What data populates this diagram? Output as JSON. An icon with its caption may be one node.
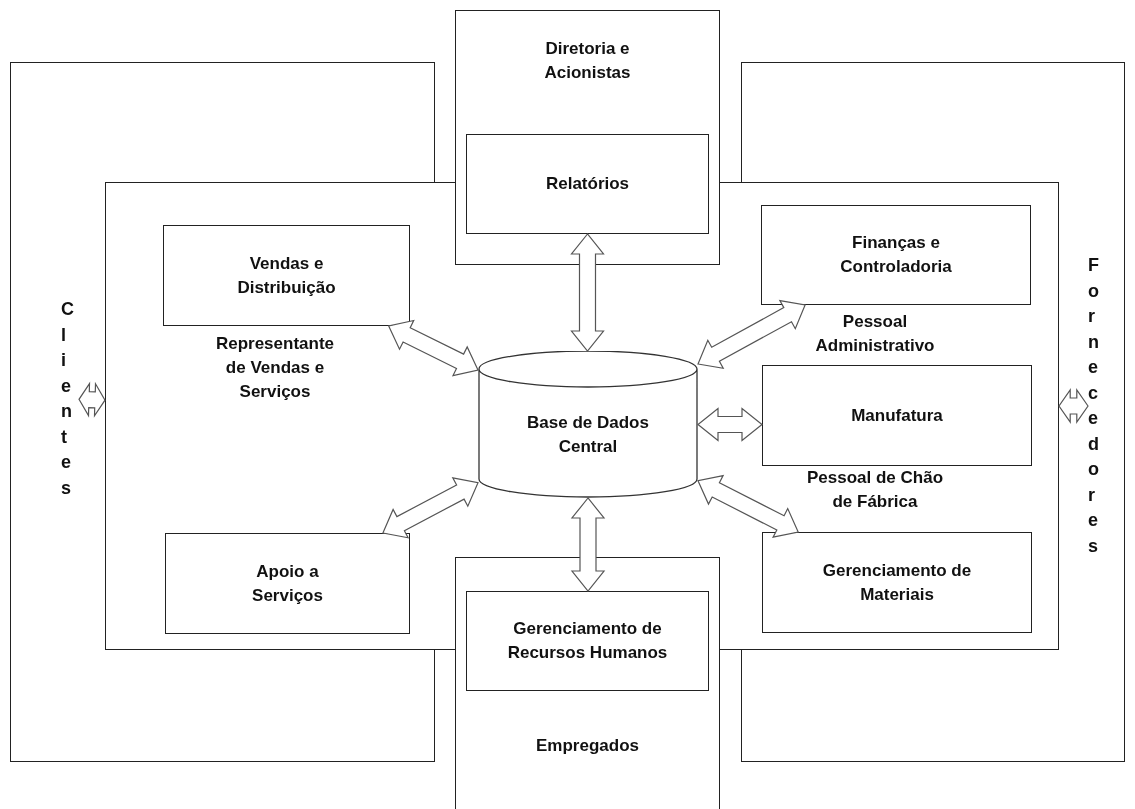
{
  "diagram": {
    "nodes": [
      {
        "text": [],
        "shape": "box"
      },
      {
        "text": [
          "Clientes"
        ],
        "in": 0
      },
      {
        "text": [],
        "shape": "box"
      },
      {
        "text": [
          "Fornecedores"
        ],
        "in": 2
      },
      {
        "text": [],
        "shape": "box"
      },
      {
        "text": [
          "Diretoria e Acionistas"
        ]
      },
      {
        "text": [
          "Relatórios"
        ],
        "in": 5
      },
      {
        "text": [
          "Vendas e Distribuição"
        ]
      },
      {
        "text": [
          "Finanças e Controladoria"
        ]
      },
      {
        "text": [
          "Base de Dados Central"
        ],
        "in": 4
      },
      {
        "text": [
          "Manufatura"
        ]
      },
      {
        "text": [
          "Apoio a Serviços"
        ]
      },
      {
        "text": [
          "Gerenciamento de Materiais"
        ]
      },
      {
        "text": [
          "Empregados"
        ]
      },
      {
        "text": [
          "Gerenciamento de Recursos Humanos"
        ],
        "in": 13
      }
    ],
    "edges": [
      {
        "from": 7,
        "to": 9,
        "arrow": "both"
      },
      {
        "from": 6,
        "to": 9,
        "arrow": "both"
      },
      {
        "from": 9,
        "to": 8,
        "arrow": "both"
      },
      {
        "from": 9,
        "to": 10,
        "arrow": "both"
      },
      {
        "from": 9,
        "to": 12,
        "arrow": "both"
      },
      {
        "from": 9,
        "to": 14,
        "arrow": "both"
      },
      {
        "from": 11,
        "to": 9,
        "arrow": "both"
      },
      {
        "from": 1,
        "to": 4,
        "arrow": "both"
      },
      {
        "from": 3,
        "to": 4,
        "arrow": "both"
      }
    ],
    "labels": [
      "Representante de Vendas e Serviços",
      "Pessoal Administrativo",
      "Pessoal de Chão de Fábrica"
    ]
  }
}
